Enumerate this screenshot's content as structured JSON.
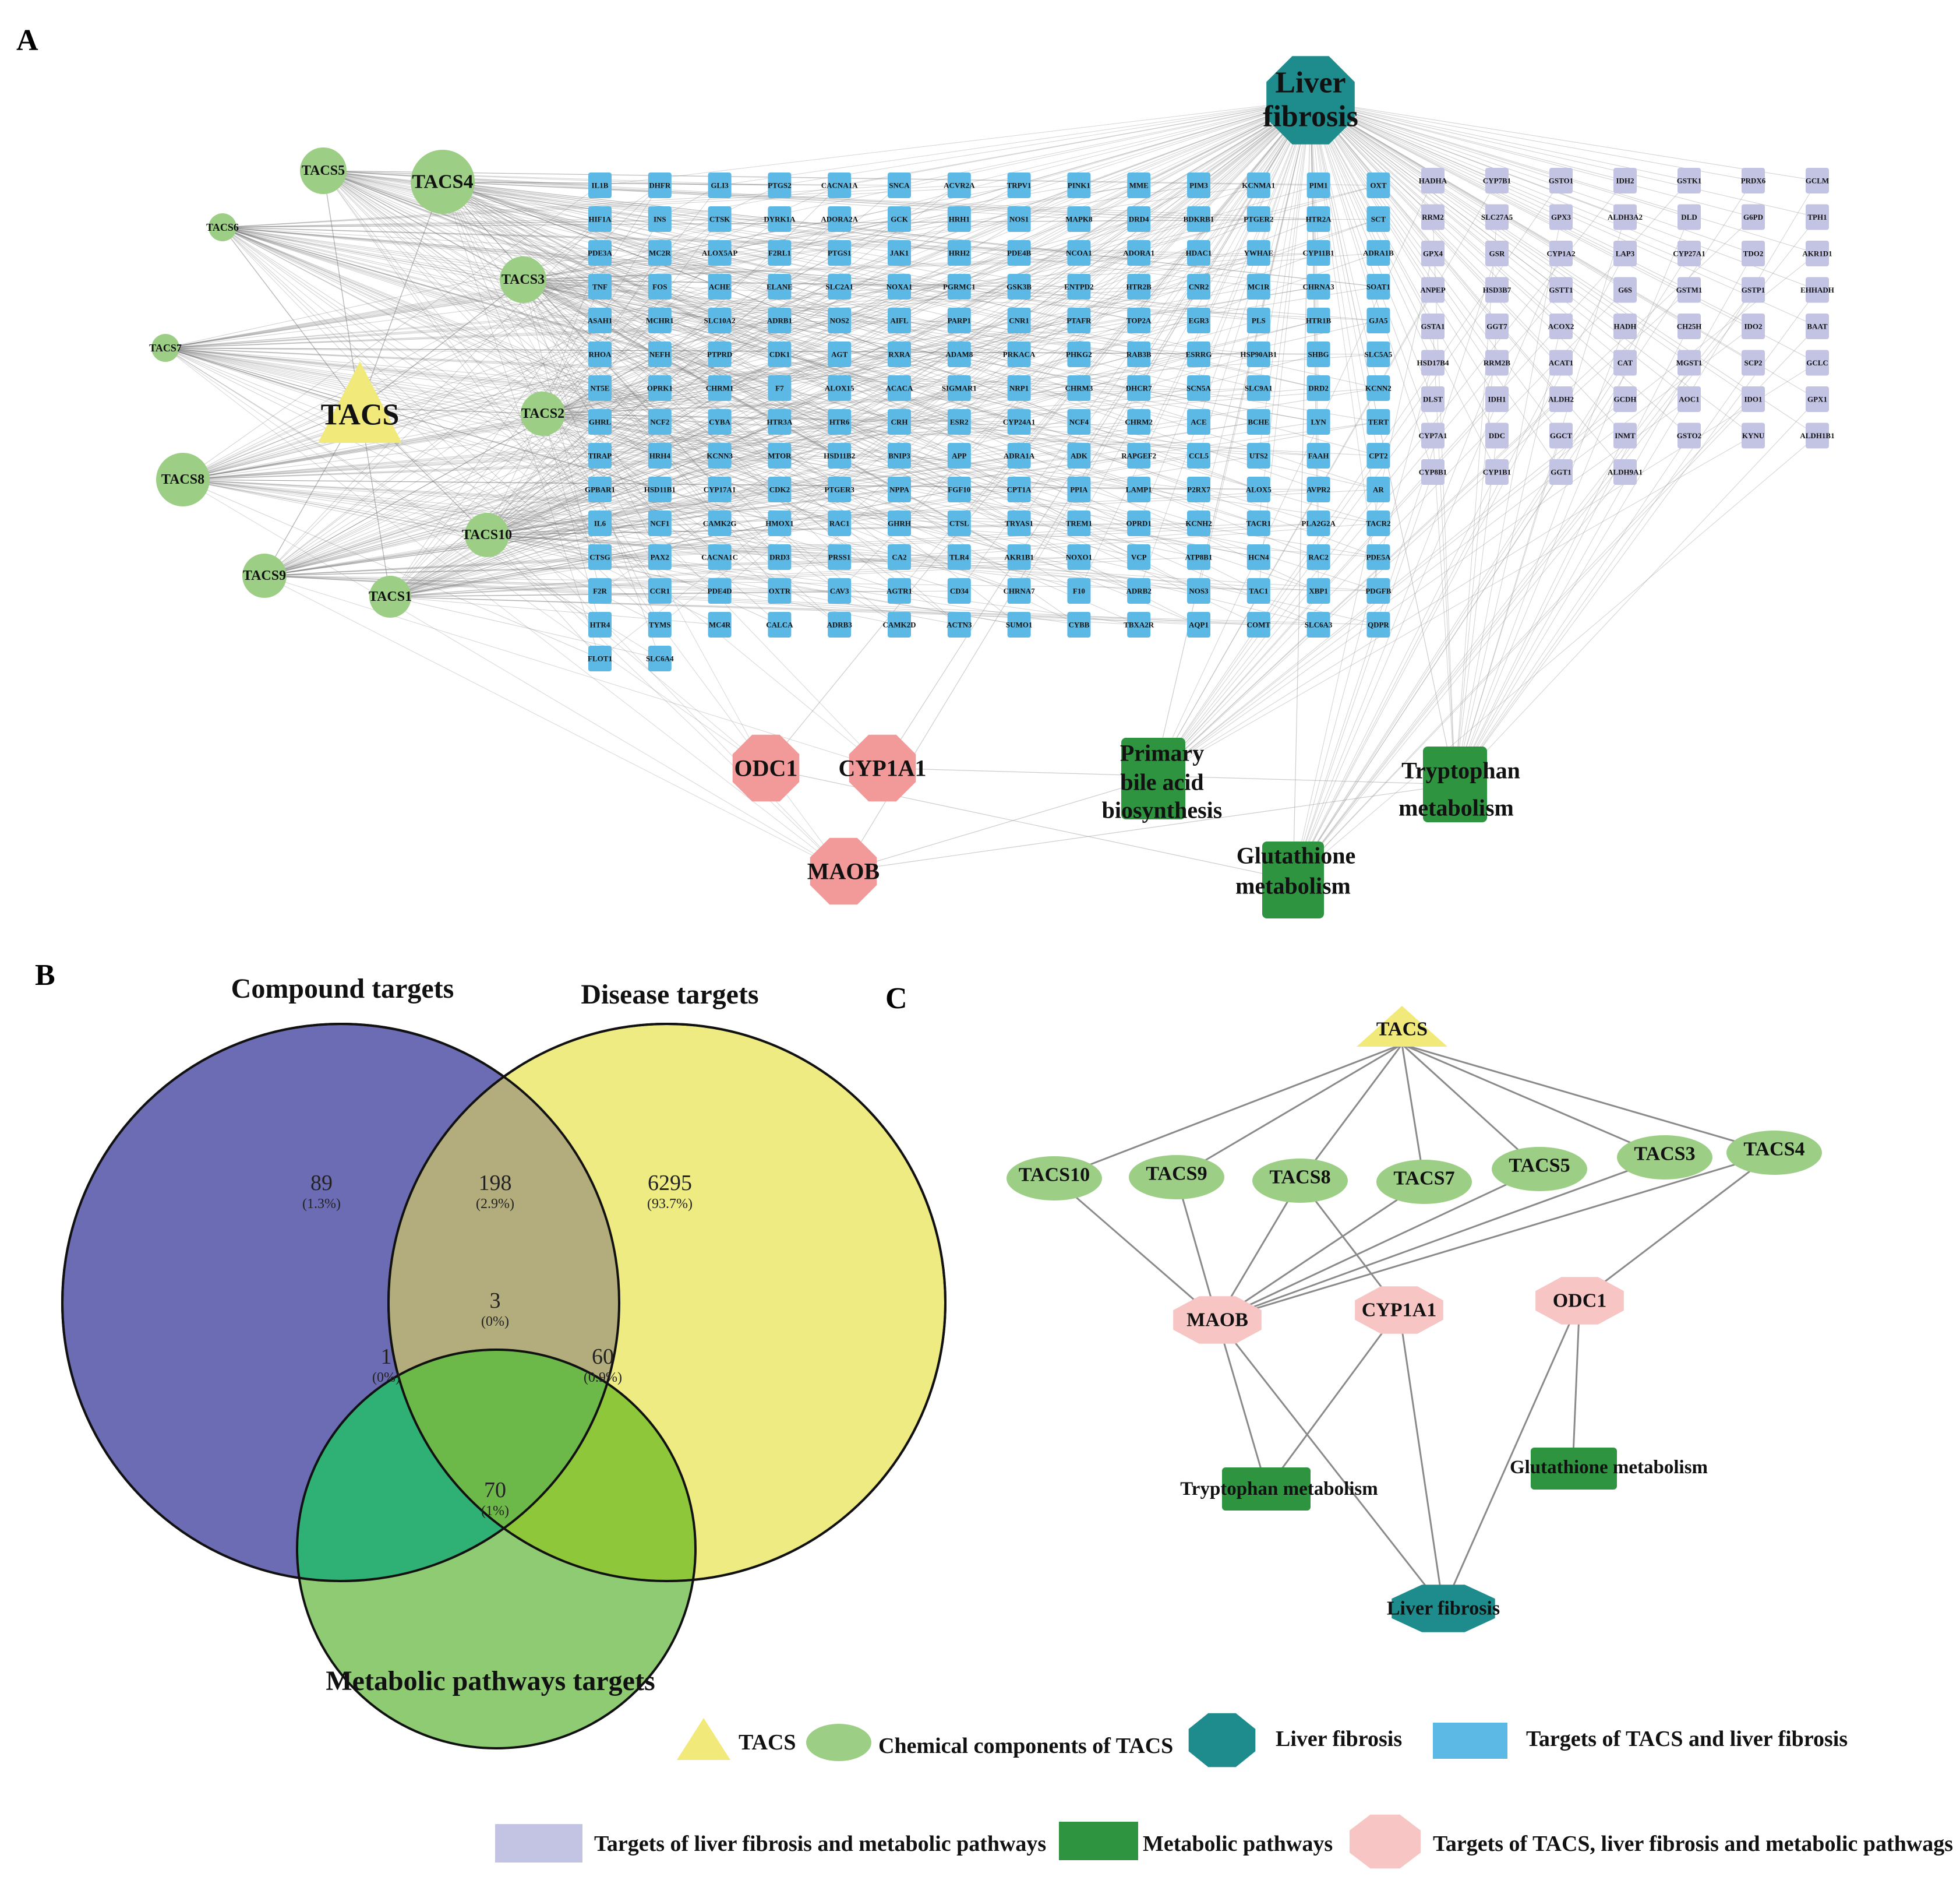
{
  "panels": {
    "a": "A",
    "b": "B",
    "c": "C"
  },
  "colors": {
    "compound": "#9ccf85",
    "tacs": "#f1ea7a",
    "disease": "#1e8c8c",
    "shared": "#5cb8e4",
    "liver_metab": "#c3c3e3",
    "pathway": "#2e9440",
    "triple": "#f2999a",
    "triple_c": "#f8c5c5",
    "edge": "#9a9a9a",
    "venn_compound": "#6c6cb4",
    "venn_disease": "#eeeb82",
    "venn_metab": "#8fcb73"
  },
  "network_a": {
    "tacs": "TACS",
    "compounds": [
      "TACS5",
      "TACS4",
      "TACS6",
      "TACS3",
      "TACS7",
      "TACS2",
      "TACS8",
      "TACS10",
      "TACS9",
      "TACS1"
    ],
    "disease_line1": "Liver",
    "disease_line2": "fibrosis",
    "shared_targets": [
      [
        "IL1B",
        "HIF1A",
        "PDE3A",
        "TNF",
        "ASAH1",
        "RHOA",
        "NT5E",
        "GHRL",
        "TIRAP",
        "GPBAR1",
        "IL6",
        "CTSG",
        "F2R",
        "HTR4",
        "FLOT1"
      ],
      [
        "DHFR",
        "INS",
        "MC2R",
        "FOS",
        "MCHR1",
        "NEFH",
        "OPRK1",
        "NCF2",
        "HRH4",
        "HSD11B1",
        "NCF1",
        "PAX2",
        "CCR1",
        "TYMS",
        "SLC6A4"
      ],
      [
        "GLI3",
        "CTSK",
        "ALOX5AP",
        "ACHE",
        "SLC10A2",
        "PTPRD",
        "CHRM1",
        "CYBA",
        "KCNN3",
        "CYP17A1",
        "CAMK2G",
        "CACNA1C",
        "PDE4D",
        "MC4R"
      ],
      [
        "PTGS2",
        "DYRK1A",
        "F2RL1",
        "ELANE",
        "ADRB1",
        "CDK1",
        "F7",
        "HTR3A",
        "MTOR",
        "CDK2",
        "HMOX1",
        "DRD3",
        "OXTR",
        "CALCA"
      ],
      [
        "CACNA1A",
        "ADORA2A",
        "PTGS1",
        "SLC2A1",
        "NOS2",
        "AGT",
        "ALOX15",
        "HTR6",
        "HSD11B2",
        "PTGER3",
        "RAC1",
        "PRSS1",
        "CAV3",
        "ADRB3"
      ],
      [
        "SNCA",
        "GCK",
        "JAK1",
        "NOXA1",
        "AIFL",
        "RXRA",
        "ACACA",
        "CRH",
        "BNIP3",
        "NPPA",
        "GHRH",
        "CA2",
        "AGTR1",
        "CAMK2D"
      ],
      [
        "ACVR2A",
        "HRH1",
        "HRH2",
        "PGRMC1",
        "PARP1",
        "ADAM8",
        "SIGMAR1",
        "ESR2",
        "APP",
        "FGF10",
        "CTSL",
        "TLR4",
        "CD34",
        "ACTN3"
      ],
      [
        "TRPV1",
        "NOS1",
        "PDE4B",
        "GSK3B",
        "CNR1",
        "PRKACA",
        "NRP1",
        "CYP24A1",
        "ADRA1A",
        "CPT1A",
        "TRYAS1",
        "AKR1B1",
        "CHRNA7",
        "SUMO1"
      ],
      [
        "PINK1",
        "MAPK8",
        "NCOA1",
        "ENTPD2",
        "PTAFR",
        "PHKG2",
        "CHRM3",
        "NCF4",
        "ADK",
        "PPIA",
        "TREM1",
        "NOXO1",
        "F10",
        "CYBB"
      ],
      [
        "MME",
        "DRD4",
        "ADORA1",
        "HTR2B",
        "TOP2A",
        "RAB3B",
        "DHCR7",
        "CHRM2",
        "RAPGEF2",
        "LAMP1",
        "OPRD1",
        "VCP",
        "ADRB2",
        "TBXA2R"
      ],
      [
        "PIM3",
        "BDKRB1",
        "HDAC1",
        "CNR2",
        "EGR3",
        "ESRRG",
        "SCN5A",
        "ACE",
        "CCL5",
        "P2RX7",
        "KCNH2",
        "ATP8B1",
        "NOS3",
        "AQP1"
      ],
      [
        "KCNMA1",
        "PTGER2",
        "YWHAE",
        "MC1R",
        "PLS",
        "HSP90AB1",
        "SLC9A1",
        "BCHE",
        "UTS2",
        "ALOX5",
        "TACR1",
        "HCN4",
        "TAC1",
        "COMT"
      ],
      [
        "PIM1",
        "HTR2A",
        "CYP11B1",
        "CHRNA3",
        "HTR1B",
        "SHBG",
        "DRD2",
        "LYN",
        "FAAH",
        "AVPR2",
        "PLA2G2A",
        "RAC2",
        "XBP1",
        "SLC6A3"
      ],
      [
        "OXT",
        "SCT",
        "ADRA1B",
        "SOAT1",
        "GJA5",
        "SLC5A5",
        "KCNN2",
        "TERT",
        "CPT2",
        "AR",
        "TACR2",
        "PDE5A",
        "PDGFB",
        "QDPR"
      ]
    ],
    "liver_metab_targets": [
      [
        "HADHA",
        "RRM2",
        "GPX4",
        "ANPEP",
        "GSTA1",
        "HSD17B4",
        "DLST",
        "CYP7A1",
        "CYP8B1"
      ],
      [
        "CYP7B1",
        "SLC27A5",
        "GSR",
        "HSD3B7",
        "GGT7",
        "RRM2B",
        "IDH1",
        "DDC",
        "CYP1B1"
      ],
      [
        "GSTO1",
        "GPX3",
        "CYP1A2",
        "GSTT1",
        "ACOX2",
        "ACAT1",
        "ALDH2",
        "GGCT",
        "GGT1"
      ],
      [
        "IDH2",
        "ALDH3A2",
        "LAP3",
        "G6S",
        "HADH",
        "CAT",
        "GCDH",
        "INMT",
        "ALDH9A1"
      ],
      [
        "GSTK1",
        "DLD",
        "CYP27A1",
        "GSTM1",
        "CH25H",
        "MGST1",
        "AOC1",
        "GSTO2"
      ],
      [
        "PRDX6",
        "G6PD",
        "TDO2",
        "GSTP1",
        "IDO2",
        "SCP2",
        "IDO1",
        "KYNU"
      ],
      [
        "GCLM",
        "TPH1",
        "AKR1D1",
        "EHHADH",
        "BAAT",
        "GCLC",
        "GPX1",
        "ALDH1B1"
      ]
    ],
    "triple": [
      "ODC1",
      "CYP1A1",
      "MAOB"
    ],
    "pathways": {
      "bile": [
        "Primary",
        "bile acid",
        "biosynthesis"
      ],
      "tryptophan": [
        "Tryptophan",
        "metabolism"
      ],
      "glutathione": [
        "Glutathione",
        "metabolism"
      ]
    }
  },
  "venn": {
    "titles": {
      "compound": "Compound targets",
      "disease": "Disease targets",
      "metab": "Metabolic pathways targets"
    },
    "regions": [
      {
        "value": "89",
        "pct": "(1.3%)"
      },
      {
        "value": "198",
        "pct": "(2.9%)"
      },
      {
        "value": "6295",
        "pct": "(93.7%)"
      },
      {
        "value": "3",
        "pct": "(0%)"
      },
      {
        "value": "1",
        "pct": "(0%)"
      },
      {
        "value": "60",
        "pct": "(0.9%)"
      },
      {
        "value": "70",
        "pct": "(1%)"
      }
    ]
  },
  "network_c": {
    "tacs": "TACS",
    "compounds": [
      "TACS10",
      "TACS9",
      "TACS8",
      "TACS7",
      "TACS5",
      "TACS3",
      "TACS4"
    ],
    "triple": [
      "MAOB",
      "CYP1A1",
      "ODC1"
    ],
    "pathways": [
      "Tryptophan metabolism",
      "Glutathione metabolism"
    ],
    "disease": "Liver fibrosis"
  },
  "legend": {
    "tacs": "TACS",
    "compound": "Chemical components of TACS",
    "disease": "Liver fibrosis",
    "shared": "Targets of TACS and liver fibrosis",
    "liver_metab": "Targets of liver fibrosis and metabolic pathways",
    "pathway": "Metabolic pathways",
    "triple": "Targets of TACS, liver fibrosis and metabolic pathwags"
  }
}
